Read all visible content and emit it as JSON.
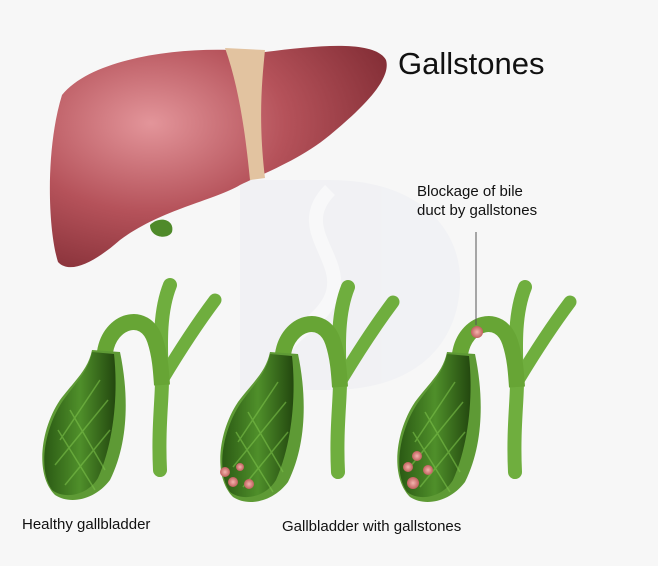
{
  "title": "Gallstones",
  "callout": {
    "line1": "Blockage of bile",
    "line2": "duct by gallstones"
  },
  "labels": {
    "healthy": "Healthy gallbladder",
    "stones": "Gallbladder with gallstones"
  },
  "colors": {
    "liver": "#b5525a",
    "ligament": "#e2c3a0",
    "gallbladder": "#3f7a22",
    "duct": "#6fae3e",
    "stone": "#e08a86"
  }
}
